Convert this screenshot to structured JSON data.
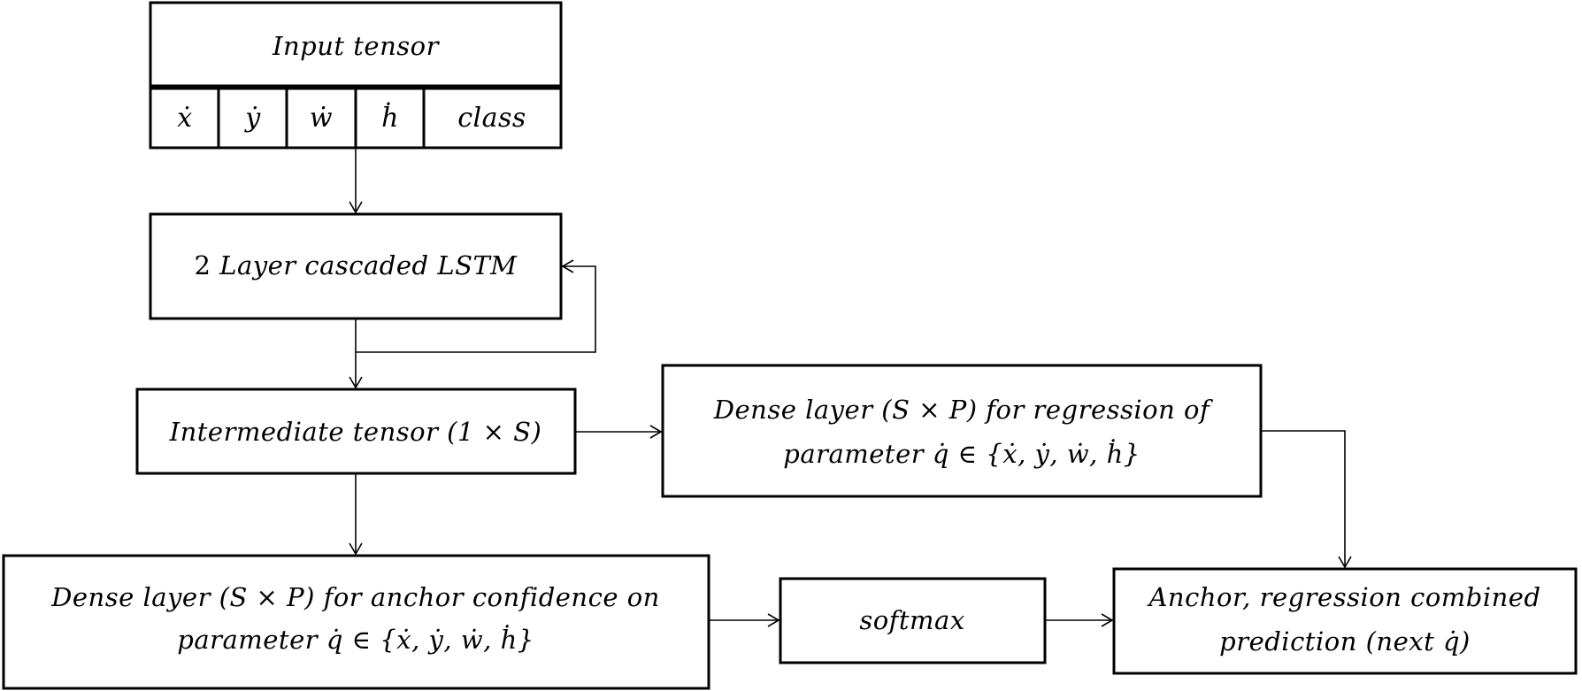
{
  "input_box": {
    "title": "Input tensor",
    "cells": [
      "ẋ",
      "ẏ",
      "ẇ",
      "ḣ",
      "class"
    ]
  },
  "lstm_box": {
    "prefix": "2 ",
    "label": "Layer cascaded LSTM"
  },
  "intermediate_box": {
    "label": "Intermediate tensor (1 × S)"
  },
  "dense_regression_box": {
    "line1": "Dense layer (S × P) for regression of",
    "line2": "parameter q̇ ∈ {ẋ, ẏ, ẇ, ḣ}"
  },
  "dense_anchor_box": {
    "line1": "Dense layer (S × P) for anchor confidence on",
    "line2": "parameter q̇ ∈ {ẋ, ẏ, ẇ, ḣ}"
  },
  "softmax_box": {
    "label": "softmax"
  },
  "combined_box": {
    "line1": "Anchor, regression combined",
    "line2": "prediction (next q̇)"
  }
}
